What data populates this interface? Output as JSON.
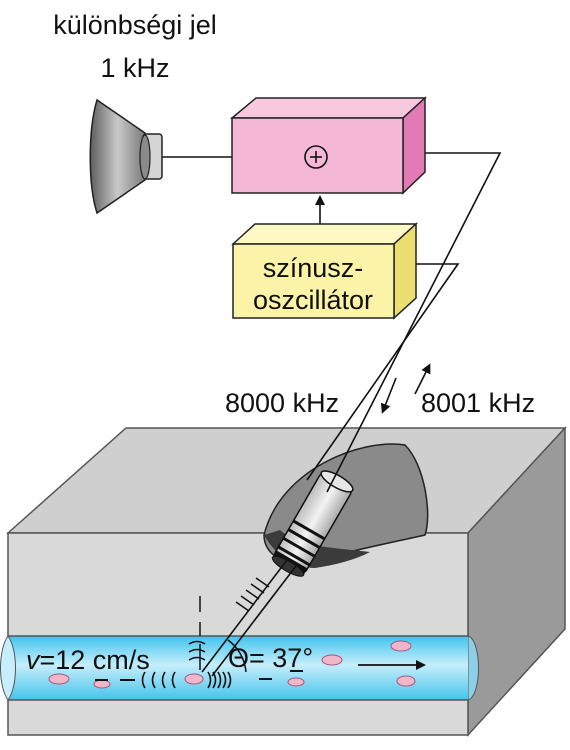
{
  "labels": {
    "difference_signal": "különbségi jel",
    "difference_freq": "1 kHz",
    "adder_symbol": "⊕",
    "oscillator_line1": "színusz-",
    "oscillator_line2": "oszcillátor",
    "emitted_freq": "8000 kHz",
    "received_freq": "8001 kHz",
    "velocity_var": "v",
    "velocity_value": "=12 cm/s",
    "angle_symbol": "Θ",
    "angle_value": "= 37°"
  },
  "colors": {
    "adder_box": "#f4b8d6",
    "adder_box_side": "#e37ab5",
    "oscillator_box": "#fbf4a8",
    "oscillator_box_side": "#ecdf72",
    "tissue_front": "#d9d9d9",
    "tissue_top": "#cfcfcf",
    "tissue_side": "#9a9a9a",
    "vessel_blue": "#7fd7f3",
    "blood_cell": "#f2b6c9"
  },
  "icons": [
    "speaker-icon",
    "ultrasound-probe-icon",
    "flow-arrow-icon"
  ]
}
